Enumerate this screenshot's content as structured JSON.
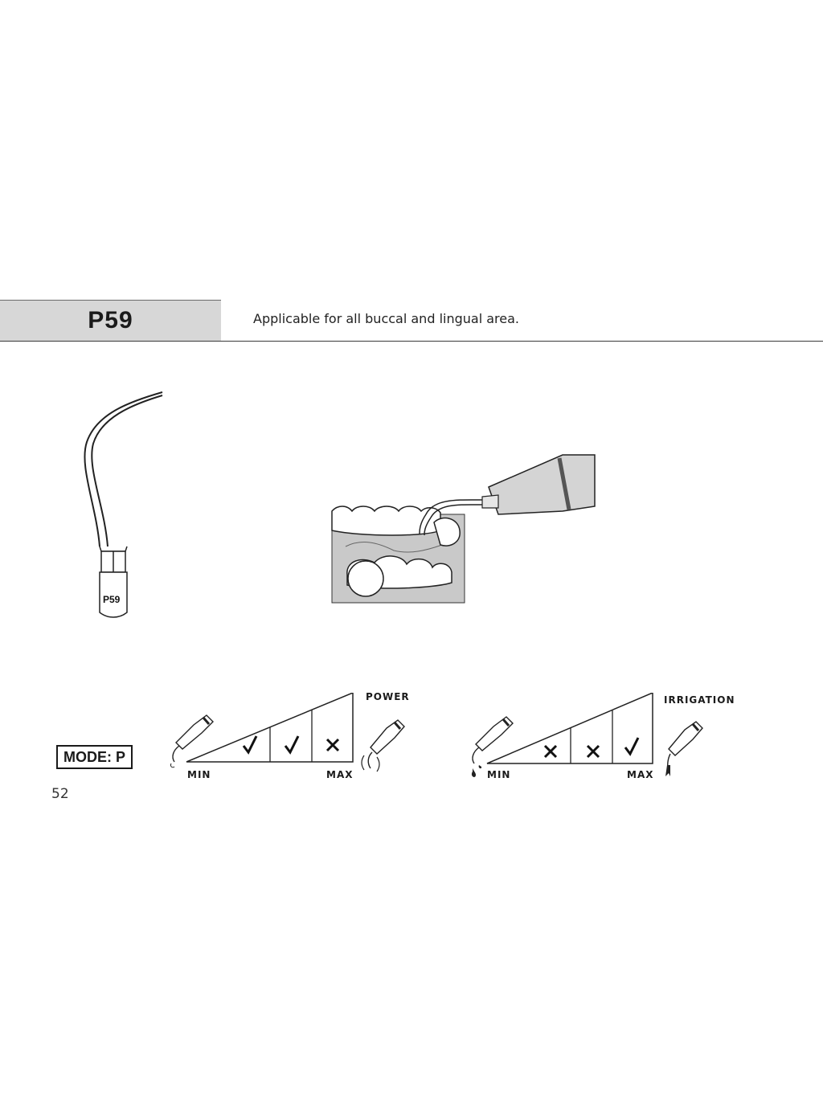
{
  "header": {
    "tip_code": "P59",
    "description": "Applicable for all buccal and lingual area."
  },
  "tip_diagram": {
    "label": "P59"
  },
  "mode": {
    "label": "MODE: P"
  },
  "power_scale": {
    "title": "POWER",
    "min_label": "MIN",
    "max_label": "MAX",
    "cells": [
      "check",
      "check",
      "cross"
    ]
  },
  "irrigation_scale": {
    "title": "IRRIGATION",
    "min_label": "MIN",
    "max_label": "MAX",
    "cells": [
      "cross",
      "cross",
      "check"
    ]
  },
  "footer": {
    "page_number": "52"
  }
}
